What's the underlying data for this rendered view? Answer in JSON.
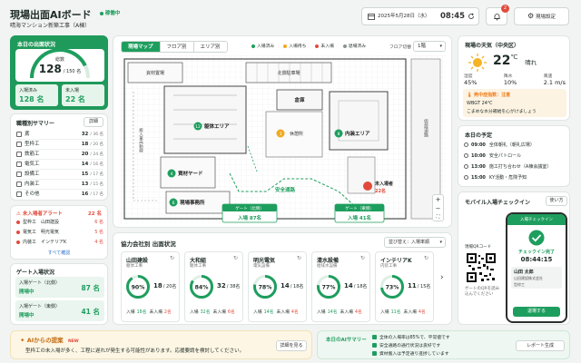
{
  "header": {
    "title": "現場出面AIボード",
    "status": "稼働中",
    "site": "晴海マンション新築工事（A棟）",
    "date": "2025年5月28日（水）",
    "time": "08:45",
    "notif_count": "2",
    "settings_label": "現場設定"
  },
  "attendance": {
    "title": "本日の出面状況",
    "total_label": "総数",
    "total": "128",
    "total_den": "/ 150 名",
    "in_label": "入場済み",
    "in_val": "128 名",
    "out_label": "未入場",
    "out_val": "22 名"
  },
  "trades": {
    "title": "職種別サマリー",
    "detail": "詳細",
    "items": [
      {
        "name": "鳶",
        "val": "32",
        "den": "/ 36 名"
      },
      {
        "name": "型枠工",
        "val": "18",
        "den": "/ 20 名"
      },
      {
        "name": "鉄筋工",
        "val": "20",
        "den": "/ 24 名"
      },
      {
        "name": "電気工",
        "val": "14",
        "den": "/ 16 名"
      },
      {
        "name": "設備工",
        "val": "15",
        "den": "/ 17 名"
      },
      {
        "name": "内装工",
        "val": "13",
        "den": "/ 15 名"
      },
      {
        "name": "その他",
        "val": "16",
        "den": "/ 17 名"
      }
    ]
  },
  "alert": {
    "title": "未入場者アラート",
    "count": "22 名",
    "items": [
      {
        "name": "型枠工　山田建設",
        "val": "6 名"
      },
      {
        "name": "電気工　明光電気",
        "val": "5 名"
      },
      {
        "name": "内装工　インテリアK",
        "val": "4 名"
      }
    ],
    "more": "すべて確認"
  },
  "gates": {
    "title": "ゲート入場状況",
    "items": [
      {
        "name": "入場ゲート（北側）",
        "status": "開場中",
        "val": "87 名"
      },
      {
        "name": "入場ゲート（東側）",
        "status": "開場中",
        "val": "41 名"
      }
    ]
  },
  "map": {
    "tabs": [
      "現場マップ",
      "フロア別",
      "エリア別"
    ],
    "legend": [
      "入場済み",
      "入場待ち",
      "未入場",
      "退場済み"
    ],
    "floor_label": "フロア切替",
    "floor": "1階",
    "labels": {
      "material_store": "資材置場",
      "parking": "北側駐車場",
      "rest": "休憩所",
      "temp_road": "仮設道路",
      "carry_route": "搬入車両動線",
      "warehouse": "倉庫",
      "office": "現場事務所",
      "skeleton": "躯体エリア",
      "finish": "内装エリア",
      "yard": "資材ヤード",
      "safety": "安全通路",
      "gate_n": "ゲート（北側）",
      "gate_n_in": "入場 87名",
      "gate_e": "ゲート（東側）",
      "gate_e_in": "入場 41名",
      "out_badge": "未入場者",
      "out_badge_val": "22名"
    },
    "pins": [
      "12",
      "8",
      "3",
      "4",
      "6"
    ],
    "zoom_in": "+",
    "zoom_out": "−"
  },
  "partners": {
    "title": "協力会社別 出面状況",
    "sort": "並び替え：入場率順",
    "in_label": "入場",
    "out_label": "未入場",
    "items": [
      {
        "name": "山田建設",
        "sub": "躯体工事",
        "pct": "90%",
        "val": "18",
        "den": "/ 20名",
        "in": "18名",
        "out": "2名",
        "p": 0.9
      },
      {
        "name": "大和組",
        "sub": "躯体工事",
        "pct": "84%",
        "val": "32",
        "den": "/ 38名",
        "in": "32名",
        "out": "6名",
        "p": 0.84
      },
      {
        "name": "明光電気",
        "sub": "電気設備",
        "pct": "78%",
        "val": "14",
        "den": "/ 18名",
        "in": "14名",
        "out": "4名",
        "p": 0.78
      },
      {
        "name": "清水設備",
        "sub": "給排水設備",
        "pct": "77%",
        "val": "14",
        "den": "/ 18名",
        "in": "14名",
        "out": "4名",
        "p": 0.77
      },
      {
        "name": "インテリアK",
        "sub": "内装工事",
        "pct": "73%",
        "val": "11",
        "den": "/ 15名",
        "in": "11名",
        "out": "4名",
        "p": 0.73
      }
    ]
  },
  "weather": {
    "title": "現場の天気（中央区）",
    "temp": "22",
    "unit": "℃",
    "cond": "晴れ",
    "humid_label": "湿度",
    "humid": "45%",
    "rain_label": "降水",
    "rain": "10%",
    "wind_label": "風速",
    "wind": "2.1 m/s",
    "heat_title": "熱中症指数：注意",
    "wbgt": "WBGT 24℃",
    "heat_note": "こまめな水分補給を心がけましょう"
  },
  "schedule": {
    "title": "本日の予定",
    "items": [
      {
        "t": "09:00",
        "e": "全体朝礼（朝礼広場）"
      },
      {
        "t": "10:00",
        "e": "安全パトロール"
      },
      {
        "t": "13:00",
        "e": "施工打ち合わせ（A棟会議室）"
      },
      {
        "t": "15:00",
        "e": "KY活動・危険予知"
      }
    ]
  },
  "checkin": {
    "title": "モバイル入場チェックイン",
    "howto": "使い方",
    "qr_label": "現場QRコード",
    "qr_note": "ゲートのQRを読み込んでください",
    "phone_title": "入場チェックイン",
    "done": "チェックイン完了",
    "time": "08:44:15",
    "user": "山田 太郎",
    "company": "山田建設株式会社",
    "trade": "型枠工",
    "btn": "退場する"
  },
  "ai": {
    "title": "AIからの提案",
    "badge": "NEW",
    "text": "型枠工の未入場が多く、工程に遅れが発生する可能性があります。応援要請を検討してください。",
    "btn": "詳細を見る"
  },
  "summary": {
    "title": "本日のAIサマリー",
    "items": [
      "全体の入場率は85%で、平常値です",
      "安全通路の通行状況は良好です",
      "資材搬入は予定通り進捗しています"
    ],
    "btn": "レポート生成"
  },
  "colors": {
    "accent": "#1e9e5e",
    "alert": "#e24a3b",
    "pending": "#f2a91e"
  }
}
